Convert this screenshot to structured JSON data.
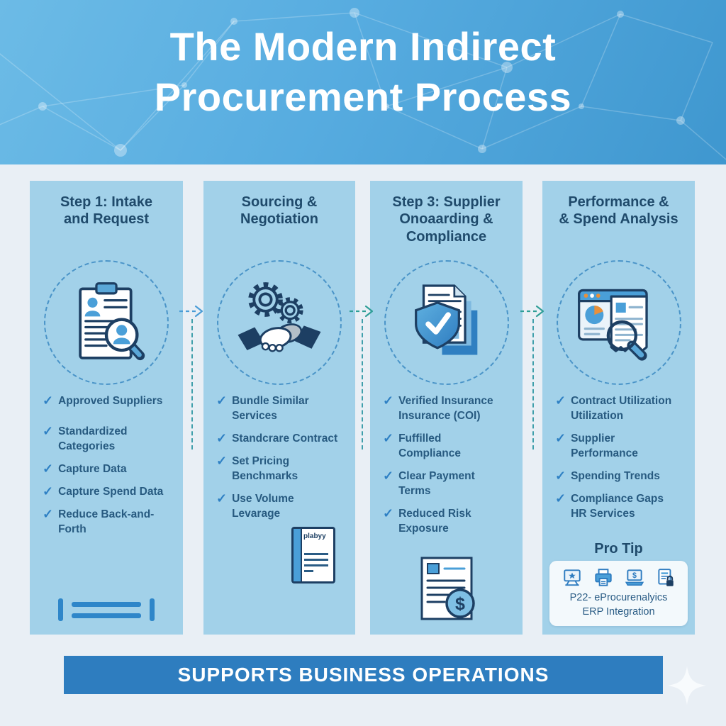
{
  "header": {
    "title": "The Modern Indirect\nProcurement Process"
  },
  "columns": [
    {
      "title": "Step 1: Intake\nand Request",
      "icon": "clipboard-magnifier",
      "items": [
        "Approved Suppliers",
        "Standardized Categories",
        "Capture Data",
        "Capture Spend Data",
        "Reduce Back-and-Forth"
      ]
    },
    {
      "title": "Sourcing &\nNegotiation",
      "icon": "gears-handshake",
      "items": [
        "Bundle Similar\nServices",
        "Standcrare Contract",
        "Set Pricing Benchmarks",
        "Use Volume Levarage"
      ],
      "book_label": "plabyy"
    },
    {
      "title": "Step 3: Supplier\nOnoaarding &\nCompliance",
      "icon": "shield-documents",
      "items": [
        "Verified Insurance\nInsurance (COI)",
        "Fuffilled\nCompliance",
        "Clear Payment Terms",
        "Reduced Risk\nExposure"
      ]
    },
    {
      "title": "Performance &\n& Spend Analysis",
      "icon": "analytics-magnifier",
      "items": [
        "Contract Utilization\nUtilization",
        "Supplier Performance",
        "Spending Trends",
        "Compliance Gaps\nHR Services"
      ],
      "pro_tip": {
        "title": "Pro Tip",
        "text": "P22- eProcurenalyics\nERP Integration"
      }
    }
  ],
  "footer": {
    "banner": "SUPPORTS BUSINESS OPERATIONS"
  },
  "glyphs": {
    "check": "✓",
    "dollar": "$"
  },
  "colors": {
    "header_gradient_start": "#6cbbe6",
    "header_gradient_end": "#3f97cf",
    "column_bg": "#a2d1e9",
    "page_bg": "#e9eff5",
    "heading_text": "#1f4a6b",
    "item_text": "#275a80",
    "check_blue": "#2e80c4",
    "banner_bg": "#2e7dbf",
    "arrow_blue": "#4a9cd6",
    "arrow_teal": "#2f9e97",
    "icon_outline": "#1d3f63",
    "icon_blue": "#4a9fd8",
    "accent_orange": "#e8903a"
  }
}
